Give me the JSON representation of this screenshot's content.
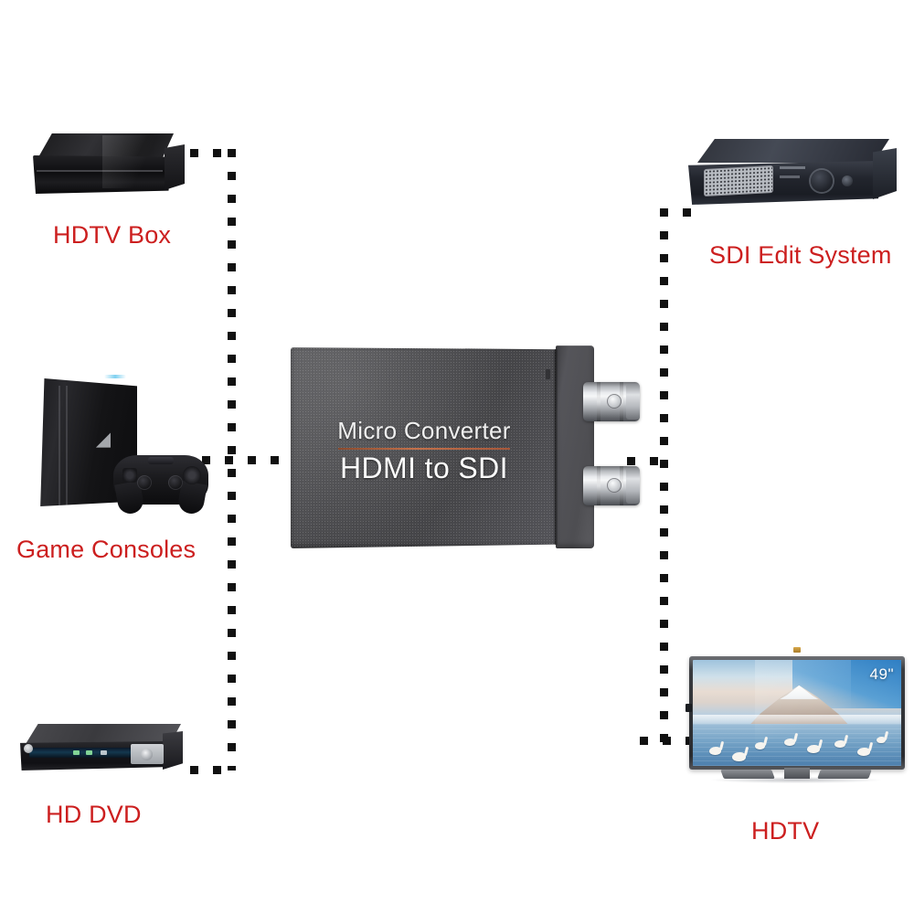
{
  "page": {
    "title": "HDMI to SDI Micro Converter connection diagram",
    "background_color": "#ffffff",
    "label_color": "#cc1f1f"
  },
  "converter": {
    "name": "HDMI to SDI Micro Converter",
    "brand_line": "Micro Converter",
    "model_line": "HDMI to SDI",
    "accent_rule_color": "#b2643f",
    "body_color": "#4c4c4f",
    "text_color": "#f5f5f5",
    "ports": [
      {
        "name": "sdi-output-port-1",
        "type": "BNC"
      },
      {
        "name": "sdi-output-port-2",
        "type": "BNC"
      }
    ]
  },
  "sources": [
    {
      "id": "hdtv-box",
      "label": "HDTV Box",
      "icon": "set-top-box-icon",
      "side": "left"
    },
    {
      "id": "game-consoles",
      "label": "Game Consoles",
      "icon": "game-console-icon",
      "side": "left"
    },
    {
      "id": "hd-dvd",
      "label": "HD DVD",
      "icon": "dvd-player-icon",
      "side": "left"
    }
  ],
  "outputs": [
    {
      "id": "sdi-edit-system",
      "label": "SDI Edit System",
      "icon": "edit-deck-icon",
      "side": "right"
    },
    {
      "id": "hdtv",
      "label": "HDTV",
      "icon": "television-icon",
      "side": "right"
    }
  ],
  "television": {
    "size_badge": "49\"",
    "screen_scene": "mountain lake with swans"
  },
  "connections": [
    {
      "from": "hdtv-box",
      "to": "converter",
      "style": "dashed"
    },
    {
      "from": "game-consoles",
      "to": "converter",
      "style": "dashed"
    },
    {
      "from": "hd-dvd",
      "to": "converter",
      "style": "dashed"
    },
    {
      "from": "converter",
      "to": "sdi-edit-system",
      "style": "dashed"
    },
    {
      "from": "converter",
      "to": "hdtv",
      "style": "dashed"
    }
  ]
}
